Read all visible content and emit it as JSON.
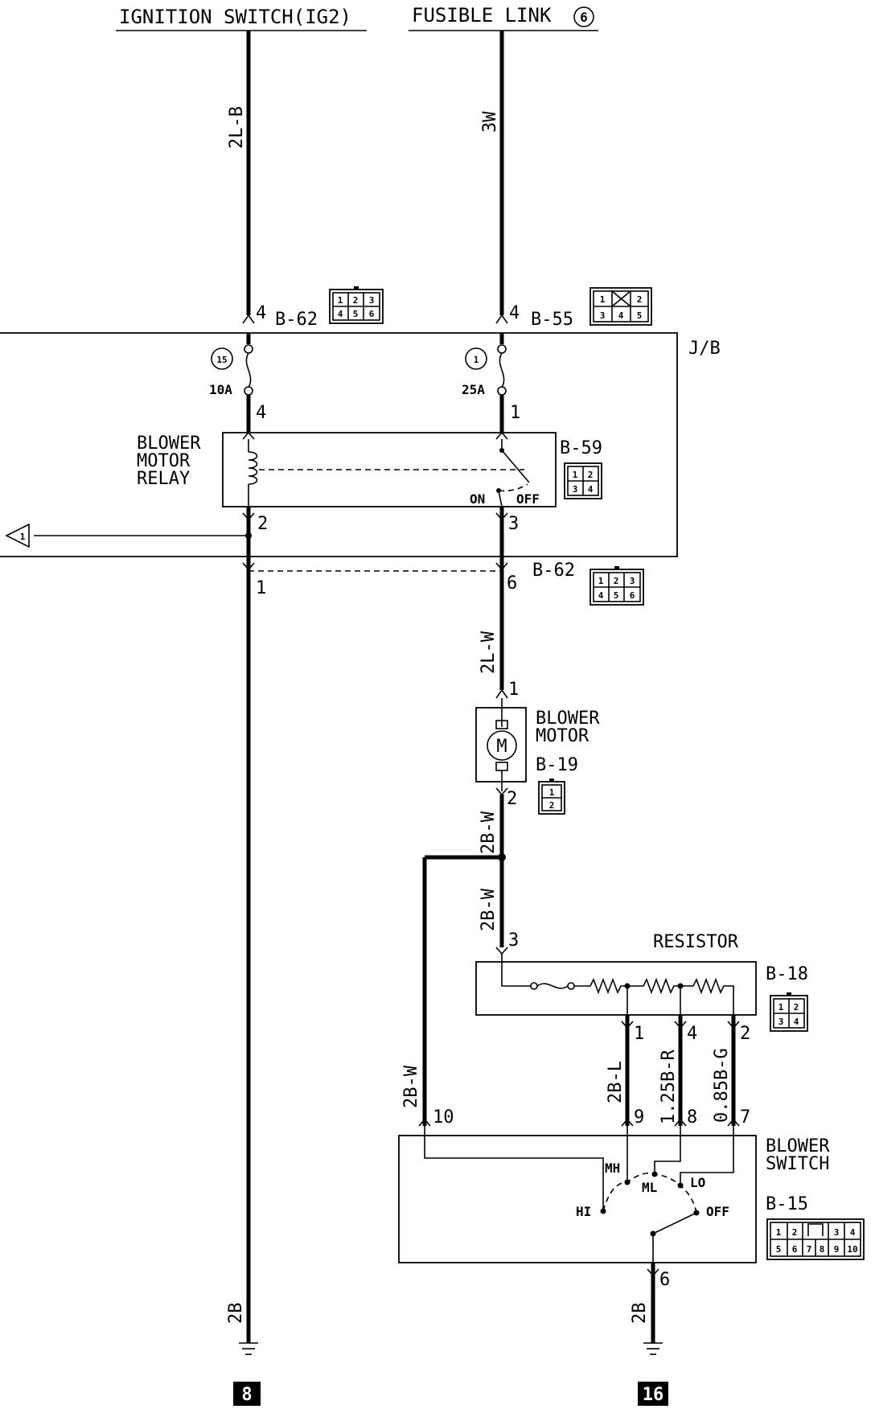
{
  "top_labels": {
    "ignition_switch": "IGNITION SWITCH(IG2)",
    "fusible_link": "FUSIBLE LINK",
    "fusible_link_num": "6"
  },
  "wires": {
    "w_2lb": "2L-B",
    "w_3w": "3W",
    "w_2lw": "2L-W",
    "w_2bw_a": "2B-W",
    "w_2bw_b": "2B-W",
    "w_2bw_c": "2B-W",
    "w_2bl": "2B-L",
    "w_125br": "1.25B-R",
    "w_085bg": "0.85B-G",
    "w_2b_left": "2B",
    "w_2b_right": "2B"
  },
  "connectors": {
    "b62_top": "B-62",
    "b55": "B-55",
    "b59": "B-59",
    "b62_bottom": "B-62",
    "b19": "B-19",
    "b18": "B-18",
    "b15": "B-15"
  },
  "connector_cells": {
    "b62_top": [
      "1",
      "2",
      "3",
      "4",
      "5",
      "6"
    ],
    "b55": [
      "1",
      "2",
      "3",
      "4",
      "5"
    ],
    "b59": [
      "1",
      "2",
      "3",
      "4"
    ],
    "b62_bottom": [
      "1",
      "2",
      "3",
      "4",
      "5",
      "6"
    ],
    "b19": [
      "1",
      "2"
    ],
    "b18": [
      "1",
      "2",
      "3",
      "4"
    ],
    "b15": [
      "1",
      "2",
      "3",
      "4",
      "5",
      "6",
      "7",
      "8",
      "9",
      "10"
    ]
  },
  "pins": {
    "b62_top_4": "4",
    "b55_4": "4",
    "relay_4": "4",
    "relay_1": "1",
    "relay_2": "2",
    "relay_3": "3",
    "b62_bot_1": "1",
    "b62_bot_6": "6",
    "motor_1": "1",
    "motor_2": "2",
    "res_3": "3",
    "res_1": "1",
    "res_4": "4",
    "res_2": "2",
    "sw_10": "10",
    "sw_9": "9",
    "sw_8": "8",
    "sw_7": "7",
    "sw_6": "6"
  },
  "fuses": {
    "left_num": "15",
    "left_rating": "10A",
    "right_num": "1",
    "right_rating": "25A"
  },
  "components": {
    "jb": "J/B",
    "relay": [
      "BLOWER",
      "MOTOR",
      "RELAY"
    ],
    "relay_on": "ON",
    "relay_off": "OFF",
    "motor": [
      "BLOWER",
      "MOTOR"
    ],
    "motor_symbol": "M",
    "resistor": "RESISTOR",
    "blower_switch": [
      "BLOWER",
      "SWITCH"
    ]
  },
  "switch_positions": {
    "hi": "HI",
    "mh": "MH",
    "ml": "ML",
    "lo": "LO",
    "off": "OFF"
  },
  "offpage_ref": "1",
  "grounds": {
    "left": "8",
    "right": "16"
  }
}
